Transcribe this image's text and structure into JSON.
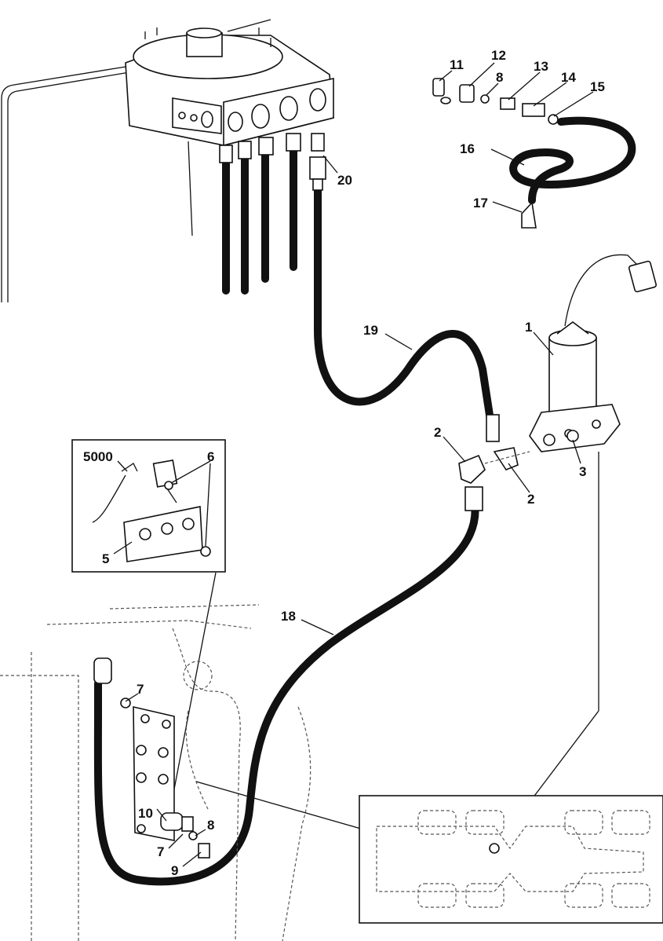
{
  "callouts": [
    {
      "id": "c11",
      "label": "11"
    },
    {
      "id": "c12",
      "label": "12"
    },
    {
      "id": "c8a",
      "label": "8"
    },
    {
      "id": "c13",
      "label": "13"
    },
    {
      "id": "c14",
      "label": "14"
    },
    {
      "id": "c15",
      "label": "15"
    },
    {
      "id": "c16",
      "label": "16"
    },
    {
      "id": "c17",
      "label": "17"
    },
    {
      "id": "c20",
      "label": "20"
    },
    {
      "id": "c19",
      "label": "19"
    },
    {
      "id": "c1",
      "label": "1"
    },
    {
      "id": "c2a",
      "label": "2"
    },
    {
      "id": "c2b",
      "label": "2"
    },
    {
      "id": "c3",
      "label": "3"
    },
    {
      "id": "c5000",
      "label": "5000"
    },
    {
      "id": "c6",
      "label": "6"
    },
    {
      "id": "c5",
      "label": "5"
    },
    {
      "id": "c18",
      "label": "18"
    },
    {
      "id": "c7a",
      "label": "7"
    },
    {
      "id": "c10",
      "label": "10"
    },
    {
      "id": "c8b",
      "label": "8"
    },
    {
      "id": "c7b",
      "label": "7"
    },
    {
      "id": "c9",
      "label": "9"
    }
  ],
  "colors": {
    "line": "#111111",
    "background": "#ffffff",
    "dashed": "#555555"
  }
}
